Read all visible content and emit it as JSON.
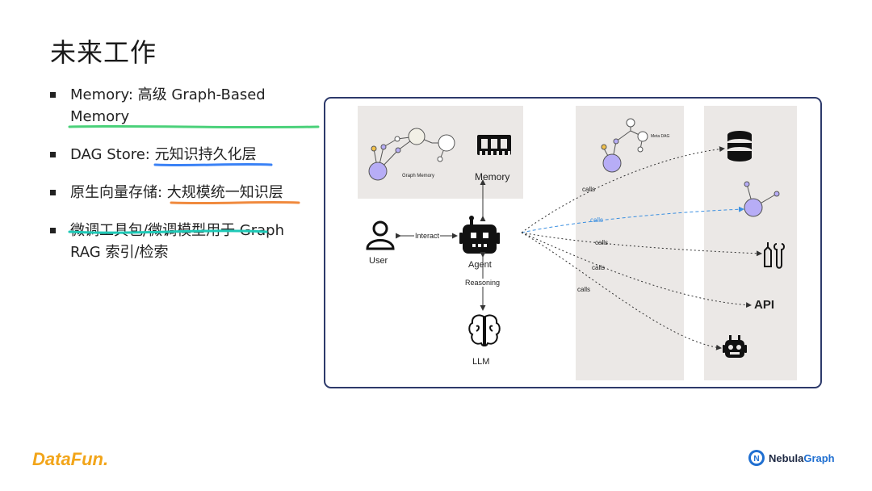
{
  "slide": {
    "title": "未来工作",
    "bullets": [
      {
        "label": "Memory: 高级 Graph-Based Memory",
        "underline": "#4bd17a"
      },
      {
        "label": "DAG Store: 元知识持久化层",
        "underline": "#3b82f6"
      },
      {
        "label": "原生向量存储: 大规模统一知识层",
        "underline": "#f08a3e"
      },
      {
        "label": "微调工具包/微调模型用于 Graph RAG 索引/检索",
        "underline": "#1fc9b7"
      }
    ]
  },
  "diagram": {
    "graph_memory_label": "Graph Memory",
    "memory_label": "Memory",
    "meta_dag_label": "Meta DAG",
    "user_label": "User",
    "agent_label": "Agent",
    "llm_label": "LLM",
    "interact_label": "Interact",
    "reasoning_label": "Reasoning",
    "api_label": "API",
    "calls": [
      "calls",
      "calls",
      "calls",
      "calls",
      "calls"
    ],
    "highlight_color": "#3b8fe0",
    "node_color": "#b7adf6"
  },
  "footer": {
    "left_logo": "DataFun.",
    "right_logo_a": "Nebula",
    "right_logo_b": "Graph"
  }
}
